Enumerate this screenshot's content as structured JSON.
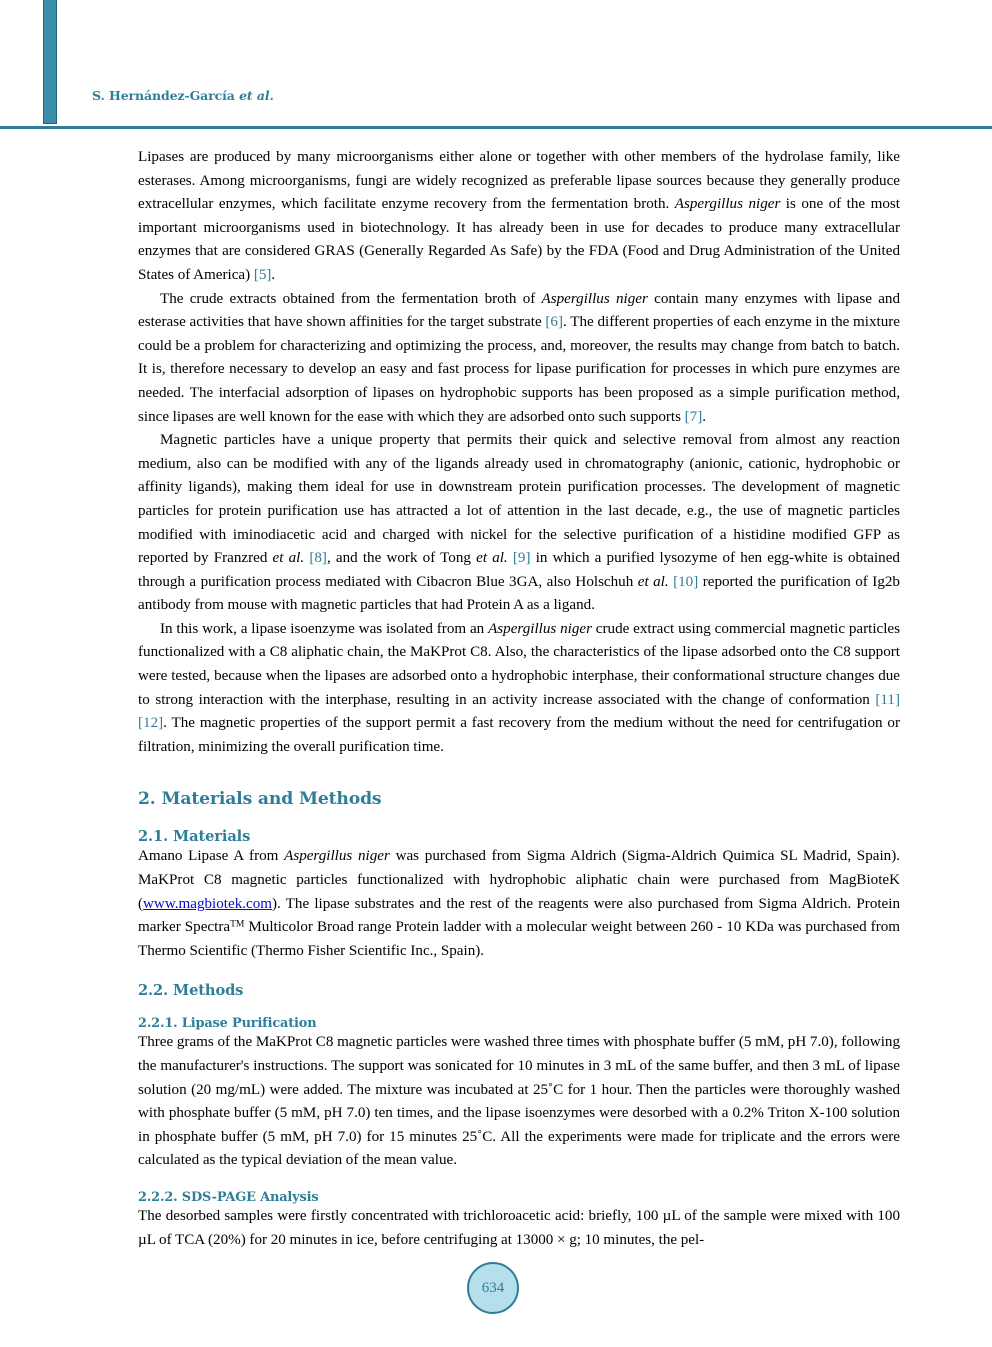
{
  "header": {
    "author": "S. Hernández-García",
    "author_suffix": "et al."
  },
  "footer": {
    "page_number": "634"
  },
  "colors": {
    "accent_teal": "#2e7e99",
    "link_blue": "#0a0acc",
    "badge_fill": "#b4dfeb"
  },
  "body": {
    "p1_a": "Lipases are produced by many microorganisms either alone or together with other members of the hydrolase family, like esterases. Among microorganisms, fungi are widely recognized as preferable lipase sources because they generally produce extracellular enzymes, which facilitate enzyme recovery from the fermentation broth. ",
    "p1_italic": "Aspergillus niger",
    "p1_b": " is one of the most important microorganisms used in biotechnology. It has already been in use for decades to produce many extracellular enzymes that are considered GRAS (Generally Regarded As Safe) by the FDA (Food and Drug Administration of the United States of America) ",
    "p1_cite": "[5]",
    "p1_c": ".",
    "p2_a": "The crude extracts obtained from the fermentation broth of ",
    "p2_italic": "Aspergillus niger",
    "p2_b": " contain many enzymes with lipase and esterase activities that have shown affinities for the target substrate ",
    "p2_cite1": "[6]",
    "p2_c": ". The different properties of each enzyme in the mixture could be a problem for characterizing and optimizing the process, and, moreover, the results may change from batch to batch. It is, therefore necessary to develop an easy and fast process for lipase purification for processes in which pure enzymes are needed. The interfacial adsorption of lipases on hydrophobic supports has been proposed as a simple purification method, since lipases are well known for the ease with which they are adsorbed onto such supports ",
    "p2_cite2": "[7]",
    "p2_d": ".",
    "p3_a": "Magnetic particles have a unique property that permits their quick and selective removal from almost any reaction medium, also can be modified with any of the ligands already used in chromatography (anionic, cationic, hydrophobic or affinity ligands), making them ideal for use in downstream protein purification processes. The development of magnetic particles for protein purification use has attracted a lot of attention in the last decade, e.g., the use of magnetic particles modified with iminodiacetic acid and charged with nickel for the selective purification of a histidine modified GFP as reported by Franzred ",
    "p3_italic1": "et al.",
    "p3_b": " ",
    "p3_cite1": "[8]",
    "p3_c": ", and the work of Tong ",
    "p3_italic2": "et al.",
    "p3_d": " ",
    "p3_cite2": "[9]",
    "p3_e": " in which a purified lysozyme of hen egg-white is obtained through a purification process mediated with Cibacron Blue 3GA, also Holschuh ",
    "p3_italic3": "et al.",
    "p3_f": " ",
    "p3_cite3": "[10]",
    "p3_g": " reported the purification of Ig2b antibody from mouse with magnetic particles that had Protein A as a ligand.",
    "p4_a": "In this work, a lipase isoenzyme was isolated from an ",
    "p4_italic": "Aspergillus niger",
    "p4_b": " crude extract using commercial magnetic particles functionalized with a C8 aliphatic chain, the MaKProt C8. Also, the characteristics of the lipase adsorbed onto the C8 support were tested, because when the lipases are adsorbed onto a hydrophobic interphase, their conformational structure changes due to strong interaction with the interphase, resulting in an activity increase associated with the change of conformation ",
    "p4_cite1": "[11]",
    "p4_mid": " ",
    "p4_cite2": "[12]",
    "p4_c": ". The magnetic properties of the support permit a fast recovery from the medium without the need for centrifugation or filtration, minimizing the overall purification time."
  },
  "sections": {
    "materials_and_methods": "2. Materials and Methods",
    "materials": "2.1. Materials",
    "methods": "2.2. Methods",
    "lipase_purification": "2.2.1. Lipase Purification",
    "sds_page_analysis": "2.2.2. SDS-PAGE Analysis"
  },
  "materials": {
    "a": "Amano Lipase A from ",
    "italic": "Aspergillus niger",
    "b": " was purchased from Sigma Aldrich (Sigma-Aldrich Quimica SL Madrid, Spain). MaKProt C8 magnetic particles functionalized with hydrophobic aliphatic chain were purchased from MagBioteK (",
    "link": "www.magbiotek.com",
    "c": "). The lipase substrates and the rest of the reagents were also purchased from Sigma Aldrich. Protein marker Spectra",
    "tm": "TM",
    "d": " Multicolor Broad range Protein ladder with a molecular weight between 260 - 10 KDa was purchased from Thermo Scientific (Thermo Fisher Scientific Inc., Spain)."
  },
  "lipase_purification_text": "Three grams of the MaKProt C8 magnetic particles were washed three times with phosphate buffer (5 mM, pH 7.0), following the manufacturer's instructions. The support was sonicated for 10 minutes in 3 mL of the same buffer, and then 3 mL of lipase solution (20 mg/mL) were added. The mixture was incubated at 25˚C for 1 hour. Then the particles were thoroughly washed with phosphate buffer (5 mM, pH 7.0) ten times, and the lipase isoenzymes were desorbed with a 0.2% Triton X-100 solution in phosphate buffer (5 mM, pH 7.0) for 15 minutes 25˚C. All the experiments were made for triplicate and the errors were calculated as the typical deviation of the mean value.",
  "sds_page_text": "The desorbed samples were firstly concentrated with trichloroacetic acid: briefly, 100 µL of the sample were mixed with 100 µL of TCA (20%) for 20 minutes in ice, before centrifuging at 13000 × g; 10 minutes, the pel-"
}
